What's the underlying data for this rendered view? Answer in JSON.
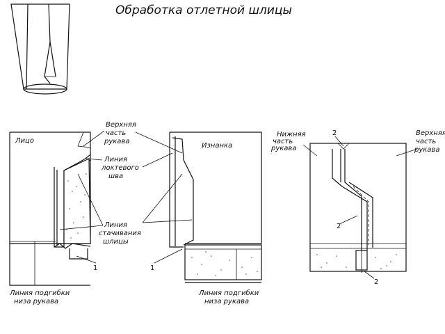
{
  "title": "Обработка отлетной шлицы",
  "left": {
    "face": "Лицо",
    "upper_part": [
      "Верхняя",
      "часть",
      "рукава"
    ],
    "elbow_line": [
      "Линия",
      "локтевого",
      "шва"
    ],
    "stitch_line": [
      "Линия",
      "стачивания",
      "шлицы"
    ],
    "hem_line": [
      "Линия подгибки",
      "низа рукава"
    ],
    "num1": "1"
  },
  "middle": {
    "reverse": "Изнанка",
    "hem_line": [
      "Линия подгибки",
      "низа рукава"
    ],
    "num1": "1"
  },
  "right": {
    "lower_part": [
      "Нижняя",
      "часть",
      "рукава"
    ],
    "upper_part": [
      "Верхняя",
      "часть",
      "рукава"
    ],
    "num_top": "2",
    "num_mid": "2",
    "num_bot": "2"
  }
}
